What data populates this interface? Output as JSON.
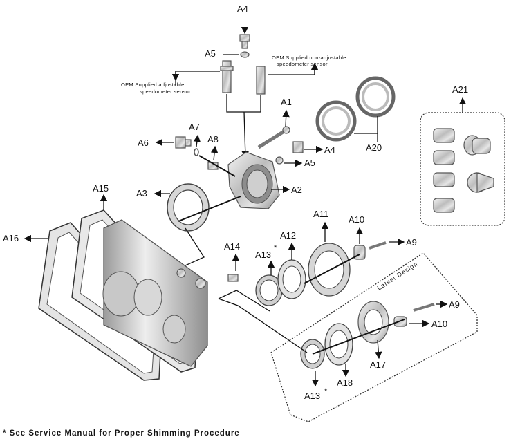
{
  "labels": {
    "a1": "A1",
    "a2": "A2",
    "a3": "A3",
    "a4_top": "A4",
    "a4_mid": "A4",
    "a5_top": "A5",
    "a5_mid": "A5",
    "a6": "A6",
    "a7": "A7",
    "a8": "A8",
    "a9_upper": "A9",
    "a9_lower": "A9",
    "a10_upper": "A10",
    "a10_lower": "A10",
    "a11": "A11",
    "a12": "A12",
    "a13_upper": "A13",
    "a13_lower": "A13",
    "a14": "A14",
    "a15": "A15",
    "a16": "A16",
    "a17": "A17",
    "a18": "A18",
    "a20": "A20",
    "a21": "A21"
  },
  "asterisk": "*",
  "oem_adjustable": [
    "OEM Supplied adjustable",
    "speedometer sensor"
  ],
  "oem_nonadjustable": [
    "OEM Supplied non-adjustable",
    "speedometer sensor"
  ],
  "latest_design": "Latest Design",
  "footnote": "* See Service Manual for Proper Shimming Procedure"
}
